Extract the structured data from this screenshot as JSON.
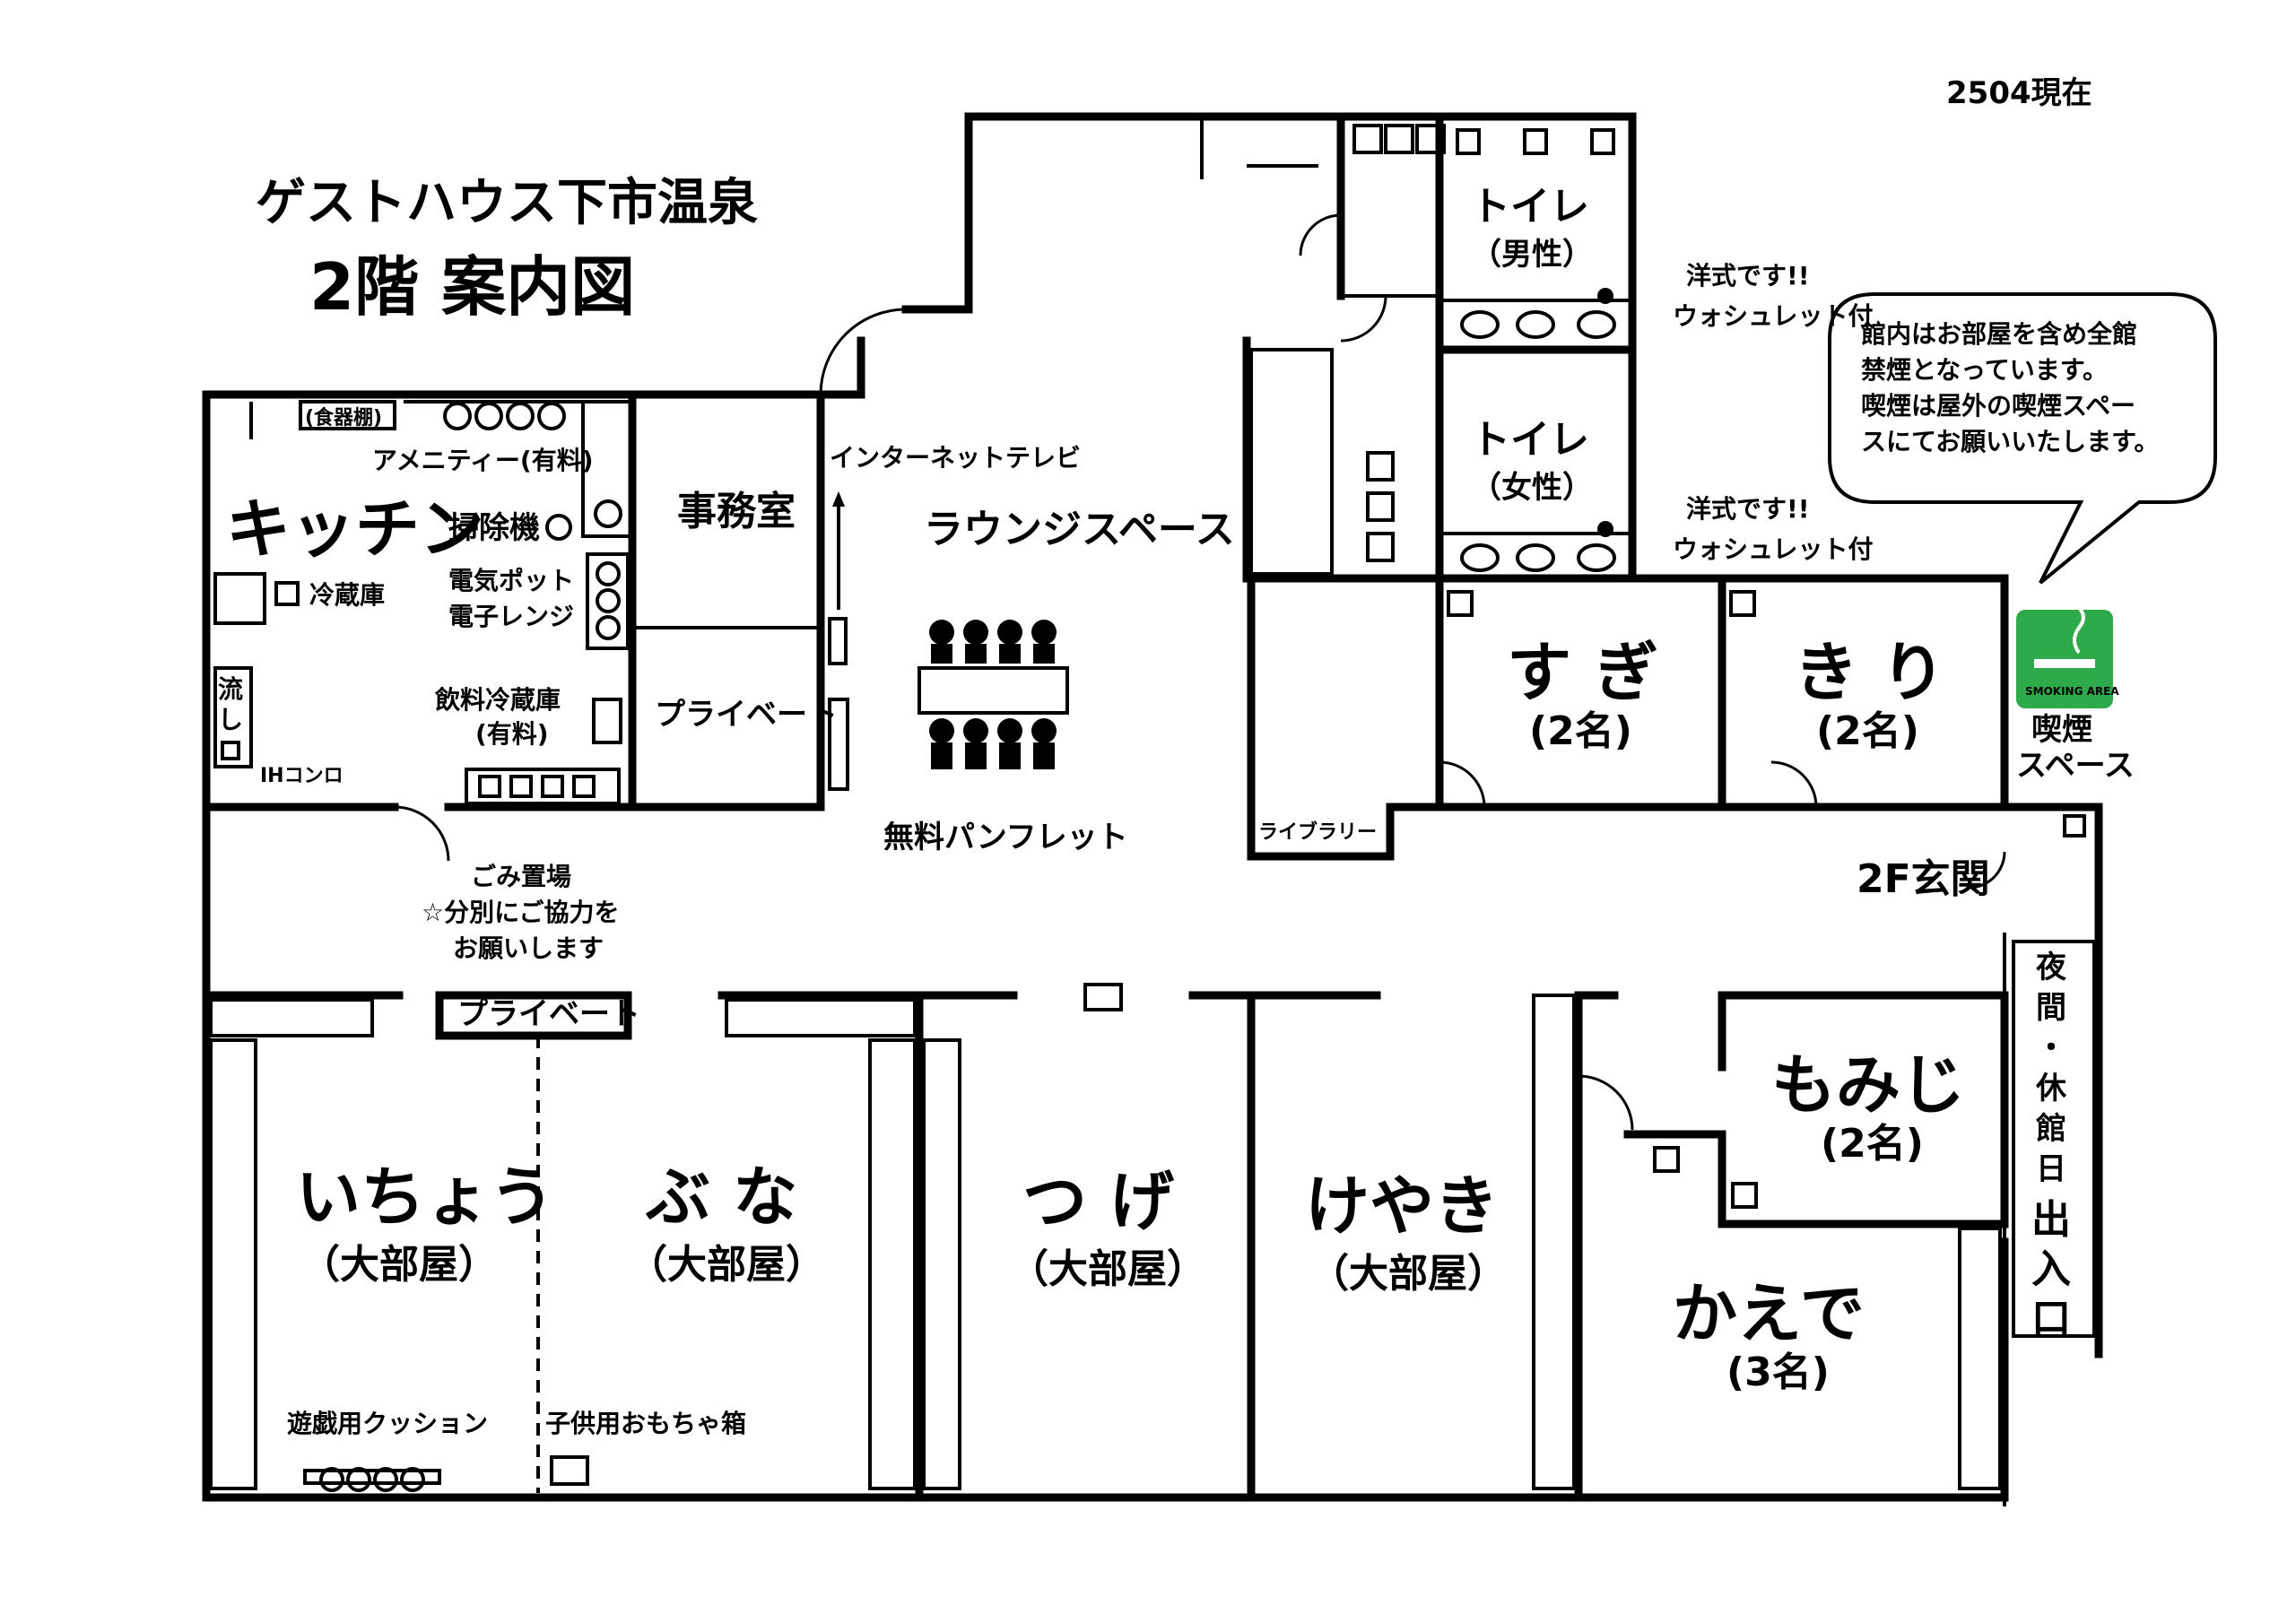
{
  "header": {
    "title": "ゲストハウス下市温泉",
    "subtitle": "2階 案内図",
    "date_code": "2504現在"
  },
  "notice": {
    "lines": [
      "館内はお部屋を含め全館",
      "禁煙となっています。",
      "喫煙は屋外の喫煙スペー",
      "スにてお願いいたします。"
    ]
  },
  "rooms": {
    "kitchen": "キッチン",
    "office": "事務室",
    "private_upper": "プライベート",
    "private_lower": "プライベート",
    "lounge": "ラウンジスペース",
    "toilet_m": "トイレ",
    "toilet_m_sub": "（男性）",
    "toilet_f": "トイレ",
    "toilet_f_sub": "（女性）",
    "sugi": "す ぎ",
    "sugi_cap": "(2名)",
    "kiri": "き り",
    "kiri_cap": "(2名)",
    "momiji": "もみじ",
    "momiji_cap": "(2名)",
    "kaede": "かえで",
    "kaede_cap": "(3名)",
    "icho": "いちょう",
    "icho_cap": "（大部屋）",
    "buna": "ぶ な",
    "buna_cap": "（大部屋）",
    "tsuge": "つ げ",
    "tsuge_cap": "（大部屋）",
    "keyaki": "けやき",
    "keyaki_cap": "（大部屋）",
    "library": "ライブラリー",
    "entrance": "2F玄関"
  },
  "labels": {
    "dish_shelf": "(食器棚)",
    "amenity": "アメニティー(有料)",
    "cleaner": "掃除機",
    "fridge": "冷蔵庫",
    "kettle": "電気ポット",
    "microwave": "電子レンジ",
    "drink_fridge": "飲料冷蔵庫",
    "drink_fridge_sub": "(有料)",
    "sink1": "流",
    "sink2": "し",
    "ih": "IHコンロ",
    "internet_tv": "インターネットテレビ",
    "pamphlet": "無料パンフレット",
    "garbage1": "ごみ置場",
    "garbage2": "☆分別にご協力を",
    "garbage3": "お願いします",
    "western_toilet_m": "洋式です!!",
    "washlet_m": "ウォシュレット付",
    "western_toilet_f": "洋式です!!",
    "washlet_f": "ウォシュレット付",
    "cushion": "遊戯用クッション",
    "toybox": "子供用おもちゃ箱",
    "smoking": "喫煙",
    "smoking2": "スペース",
    "smoking_area_badge": "SMOKING AREA",
    "night_closed": [
      "夜",
      "間",
      "・",
      "休",
      "館",
      "日"
    ],
    "exit": [
      "出",
      "入",
      "口"
    ]
  },
  "colors": {
    "smoking_green": "#2eaa4a"
  }
}
